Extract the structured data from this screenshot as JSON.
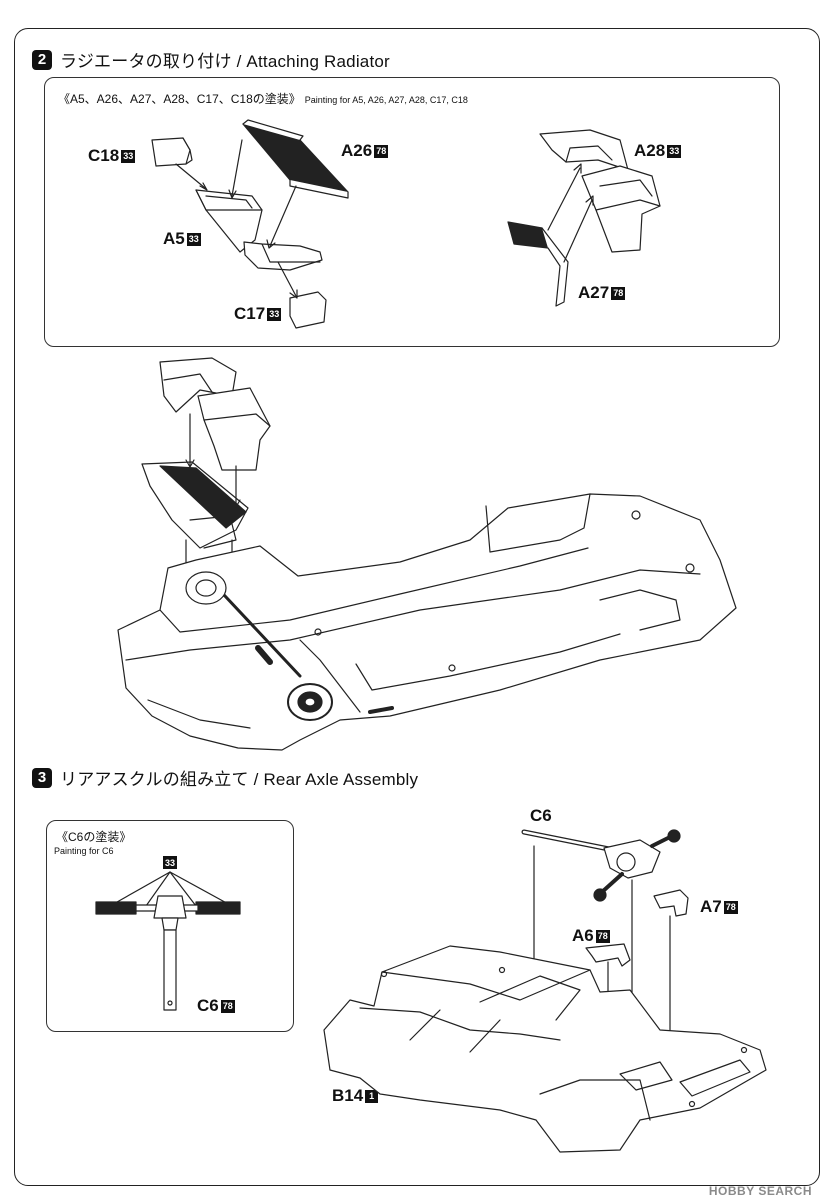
{
  "step2": {
    "number": "2",
    "title": "ラジエータの取り付け / Attaching Radiator",
    "painting": {
      "jp": "《A5、A26、A27、A28、C17、C18の塗装》",
      "en": "Painting for A5, A26, A27, A28, C17, C18"
    },
    "parts": [
      {
        "name": "C18",
        "badge": "33"
      },
      {
        "name": "A26",
        "badge": "78"
      },
      {
        "name": "A5",
        "badge": "33"
      },
      {
        "name": "C17",
        "badge": "33"
      },
      {
        "name": "A28",
        "badge": "33"
      },
      {
        "name": "A27",
        "badge": "78"
      }
    ]
  },
  "step3": {
    "number": "3",
    "title": "リアアスクルの組み立て / Rear Axle Assembly",
    "painting": {
      "jp": "《C6の塗装》",
      "en": "Painting for C6",
      "badge": "33",
      "part": {
        "name": "C6",
        "badge": "78"
      }
    },
    "parts": [
      {
        "name": "C6",
        "badge": ""
      },
      {
        "name": "A7",
        "badge": "78"
      },
      {
        "name": "A6",
        "badge": "78"
      },
      {
        "name": "B14",
        "badge": "1"
      }
    ]
  },
  "watermark": "HOBBY SEARCH"
}
